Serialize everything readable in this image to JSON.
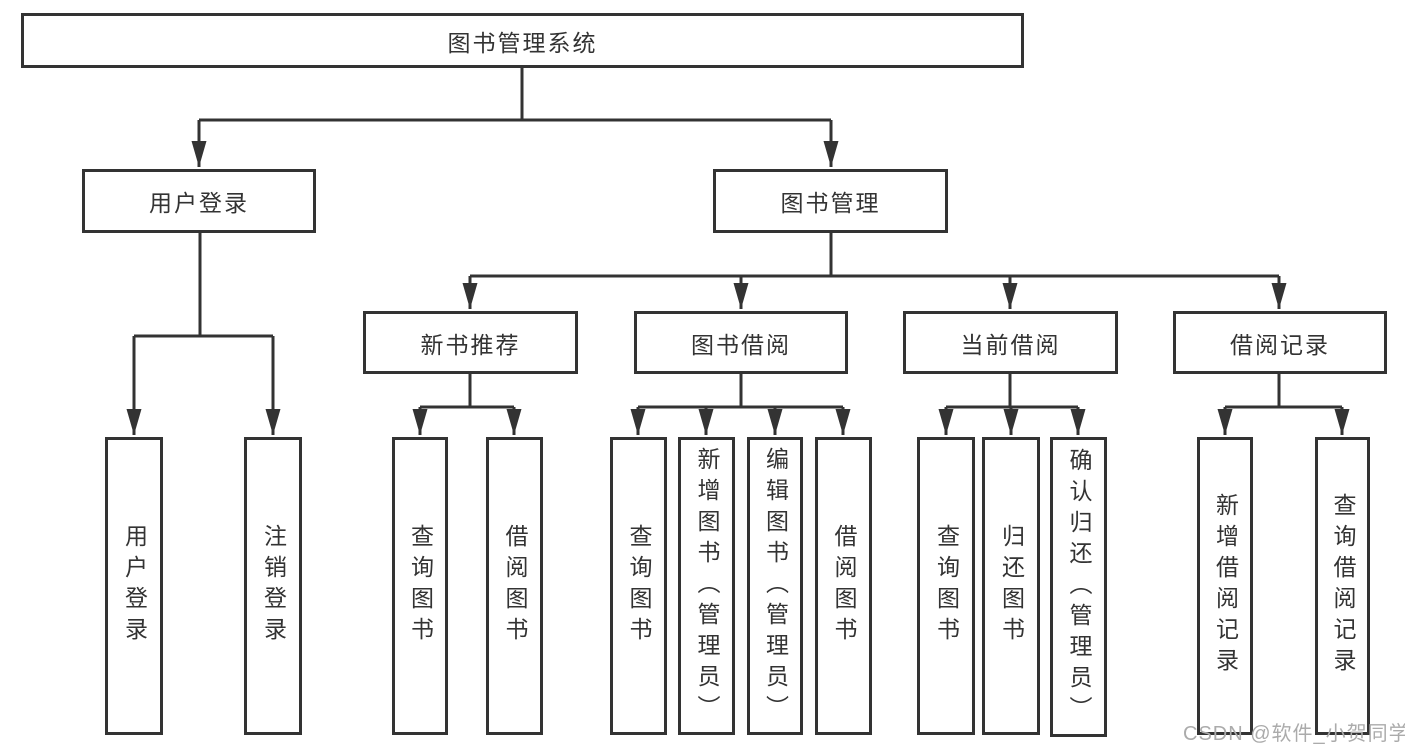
{
  "diagram": {
    "root": {
      "label": "图书管理系统"
    },
    "branches": [
      {
        "label": "用户登录",
        "children": [
          {
            "label": "用户登录"
          },
          {
            "label": "注销登录"
          }
        ]
      },
      {
        "label": "图书管理",
        "children": [
          {
            "label": "新书推荐",
            "children": [
              {
                "label": "查询图书"
              },
              {
                "label": "借阅图书"
              }
            ]
          },
          {
            "label": "图书借阅",
            "children": [
              {
                "label": "查询图书"
              },
              {
                "label": "新增图书（管理员）"
              },
              {
                "label": "编辑图书（管理员）"
              },
              {
                "label": "借阅图书"
              }
            ]
          },
          {
            "label": "当前借阅",
            "children": [
              {
                "label": "查询图书"
              },
              {
                "label": "归还图书"
              },
              {
                "label": "确认归还（管理员）"
              }
            ]
          },
          {
            "label": "借阅记录",
            "children": [
              {
                "label": "新增借阅记录"
              },
              {
                "label": "查询借阅记录"
              }
            ]
          }
        ]
      }
    ]
  },
  "watermark": "CSDN @软件_小贺同学",
  "colors": {
    "line": "#333333",
    "text": "#333333",
    "watermark": "#ababab",
    "background": "#ffffff"
  }
}
